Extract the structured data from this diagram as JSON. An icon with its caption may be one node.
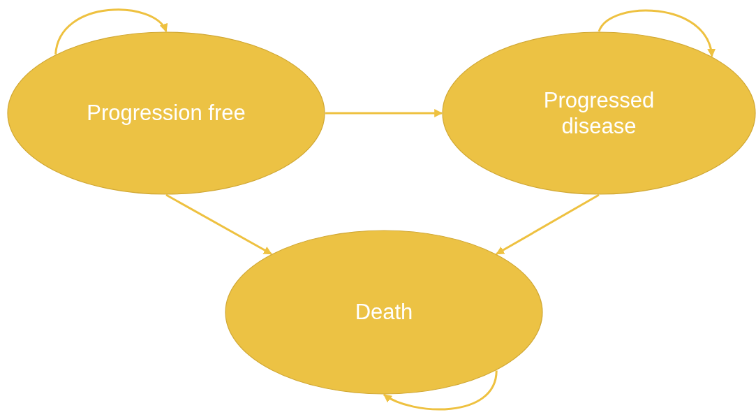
{
  "diagram": {
    "nodes": [
      {
        "text": [
          "Progression free"
        ]
      },
      {
        "text": [
          "Progressed disease"
        ]
      },
      {
        "text": [
          "Death"
        ]
      }
    ],
    "edges": [
      {
        "from": 0,
        "to": 0,
        "arrow": "to"
      },
      {
        "from": 0,
        "to": 1,
        "arrow": "to"
      },
      {
        "from": 1,
        "to": 1,
        "arrow": "to"
      },
      {
        "from": 0,
        "to": 2,
        "arrow": "to"
      },
      {
        "from": 1,
        "to": 2,
        "arrow": "to"
      },
      {
        "from": 2,
        "to": 2,
        "arrow": "to"
      }
    ]
  }
}
